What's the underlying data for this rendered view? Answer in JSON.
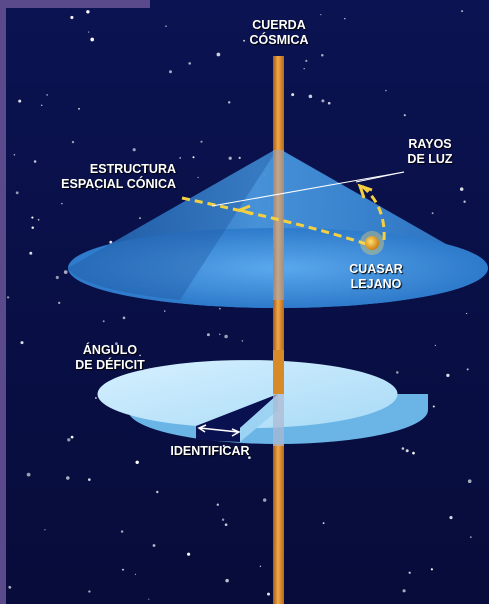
{
  "labels": {
    "string_line1": "CUERDA",
    "string_line2": "CÓSMICA",
    "cone_line1": "ESTRUCTURA",
    "cone_line2": "ESPACIAL CÓNICA",
    "rays_line1": "RAYOS",
    "rays_line2": "DE LUZ",
    "quasar_line1": "CUASAR",
    "quasar_line2": "LEJANO",
    "angle_line1": "ÁNGULO",
    "angle_line2": "DE DÉFICIT",
    "identify": "IDENTIFICAR"
  },
  "colors": {
    "background": "#0a1150",
    "side_bar": "#5a4a8c",
    "cone": "#2f7fd0",
    "disk": "#b5e0f8",
    "string": "#d88a28",
    "light_ray": "#f4d040",
    "quasar": "#e8a020",
    "star": "#ffffff"
  }
}
